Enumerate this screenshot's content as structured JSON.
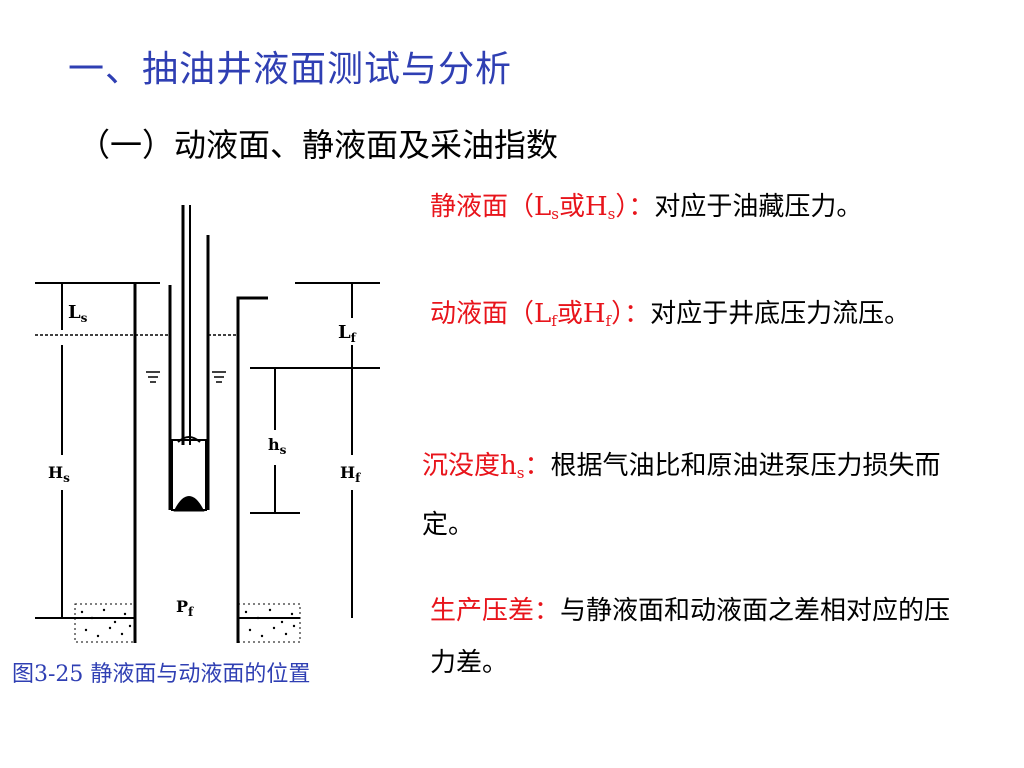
{
  "title": "一、抽油井液面测试与分析",
  "subtitle": "（一）动液面、静液面及采油指数",
  "definitions": [
    {
      "term_a": "静液面（L",
      "sub_a": "s",
      "term_b": "或H",
      "sub_b": "s",
      "term_c": "）：",
      "text": "对应于油藏压力。"
    },
    {
      "term_a": "动液面（L",
      "sub_a": "f",
      "term_b": "或H",
      "sub_b": "f",
      "term_c": "）：",
      "text": "对应于井底压力流压。"
    },
    {
      "term_a": "沉没度h",
      "sub_a": "s",
      "term_c": "：",
      "text": "根据气油比和原油进泵压力损失而定。"
    },
    {
      "term_a": "生产压差：",
      "text": "与静液面和动液面之差相对应的压力差。"
    }
  ],
  "diagram": {
    "labels": {
      "ls_main": "L",
      "ls_sub": "s",
      "lf_main": "L",
      "lf_sub": "f",
      "hs_big_main": "H",
      "hs_big_sub": "s",
      "hs_small_main": "h",
      "hs_small_sub": "s",
      "hf_main": "H",
      "hf_sub": "f",
      "pf_main": "P",
      "pf_sub": "f"
    }
  },
  "caption": "图3-25   静液面与动液面的位置",
  "colors": {
    "title": "#2f3fb3",
    "term": "#e8141b",
    "caption": "#2f3fb3"
  }
}
